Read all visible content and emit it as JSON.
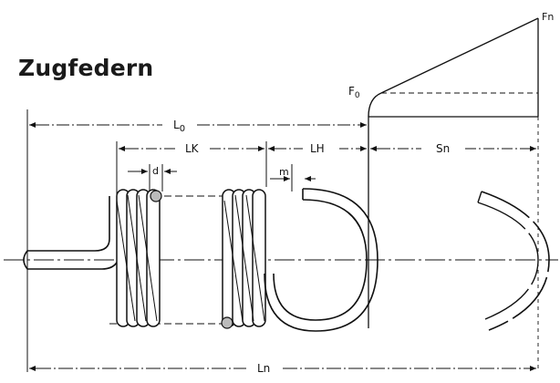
{
  "title": "Zugfedern",
  "labels": {
    "L0": "L",
    "L0_sub": "0",
    "LK": "LK",
    "LH": "LH",
    "Sn": "Sn",
    "d": "d",
    "m": "m",
    "Ln": "Ln",
    "F0": "F",
    "F0_sub": "0",
    "Fn": "Fn"
  }
}
